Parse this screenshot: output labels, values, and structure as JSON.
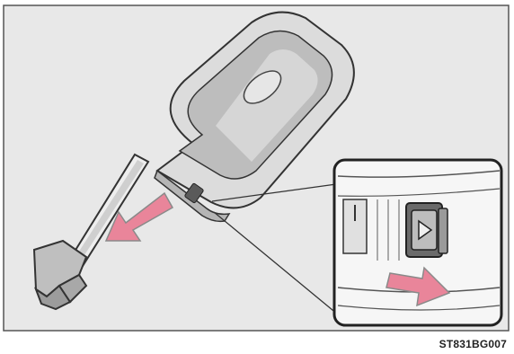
{
  "figure": {
    "code": "ST831BG007"
  },
  "colors": {
    "background": "#e8e8e8",
    "frame_border": "#555555",
    "arrow_fill": "#e9859a",
    "arrow_stroke": "#8a8a8a",
    "key_light": "#f4f4f4",
    "key_mid": "#cfcfcf",
    "key_dark": "#9c9c9c",
    "outline": "#333333",
    "inset_background": "#f6f6f6"
  },
  "icons": [
    "smart-key-fob",
    "mechanical-key",
    "release-knob",
    "pull-arrow"
  ]
}
